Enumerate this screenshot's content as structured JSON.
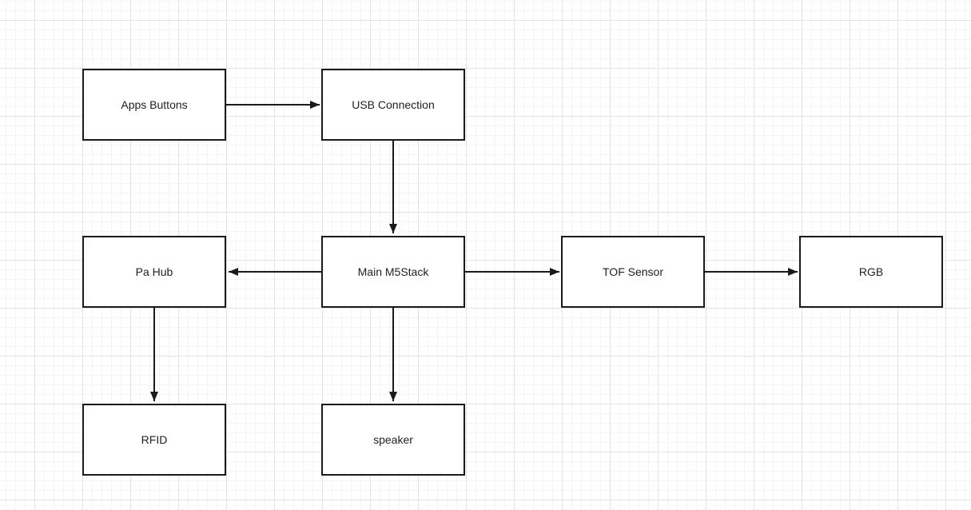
{
  "diagram": {
    "nodes": {
      "apps_buttons": {
        "label": "Apps Buttons"
      },
      "usb_connection": {
        "label": "USB Connection"
      },
      "pa_hub": {
        "label": "Pa Hub"
      },
      "main_m5stack": {
        "label": "Main M5Stack"
      },
      "tof_sensor": {
        "label": "TOF Sensor"
      },
      "rgb": {
        "label": "RGB"
      },
      "rfid": {
        "label": "RFID"
      },
      "speaker": {
        "label": "speaker"
      }
    },
    "edges": [
      {
        "from": "Apps Buttons",
        "to": "USB Connection",
        "direction": "right"
      },
      {
        "from": "USB Connection",
        "to": "Main M5Stack",
        "direction": "down"
      },
      {
        "from": "Main M5Stack",
        "to": "Pa Hub",
        "direction": "left"
      },
      {
        "from": "Main M5Stack",
        "to": "TOF Sensor",
        "direction": "right"
      },
      {
        "from": "TOF Sensor",
        "to": "RGB",
        "direction": "right"
      },
      {
        "from": "Pa Hub",
        "to": "RFID",
        "direction": "down"
      },
      {
        "from": "Main M5Stack",
        "to": "speaker",
        "direction": "down"
      }
    ],
    "colors": {
      "canvas_background": "#ffffff",
      "grid_minor": "#f4f4f4",
      "grid_major": "#e3e3e3",
      "node_fill": "#ffffff",
      "node_stroke": "#1a1a1a",
      "edge_stroke": "#1a1a1a",
      "text": "#1f1f1f"
    }
  }
}
